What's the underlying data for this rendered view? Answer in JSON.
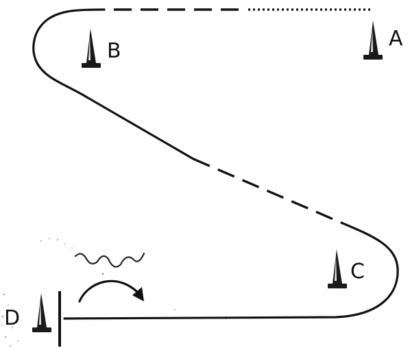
{
  "cones": [
    {
      "id": "A",
      "label": "A"
    },
    {
      "id": "B",
      "label": "B"
    },
    {
      "id": "C",
      "label": "C"
    },
    {
      "id": "D",
      "label": "D"
    }
  ],
  "colors": {
    "ink": "#111111",
    "background": "#ffffff"
  },
  "icons": {
    "cone": "traffic-cone-icon",
    "wave": "wavy-line-icon",
    "turn_arrow": "curved-arrow-icon"
  }
}
